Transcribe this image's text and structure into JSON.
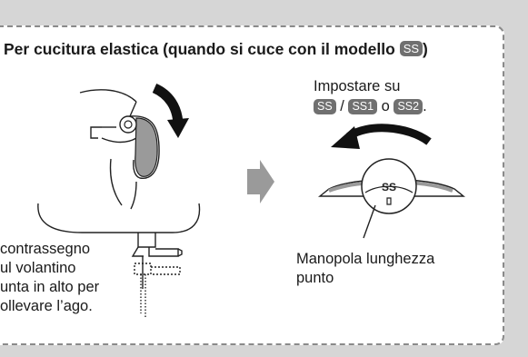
{
  "title": {
    "text": "Per cucitura elastica (quando si cuce con il modello ",
    "badge": "SS",
    "close": ")"
  },
  "setting": {
    "line1": "Impostare su",
    "badge1": "SS",
    "sep1": " / ",
    "badge2": "SS1",
    "sep2": " o ",
    "badge3": "SS2",
    "end": "."
  },
  "dial_label": "SS",
  "caption_left": [
    "contrassegno",
    "ul volantino",
    "unta in alto per",
    "ollevare l’ago."
  ],
  "caption_right": [
    "Manopola lunghezza",
    "punto"
  ],
  "icons": {
    "rotate_arrow": "curved-arrow-clockwise",
    "step_arrow": "right-arrow-gray",
    "dial_arrow": "curved-arrow-left"
  }
}
